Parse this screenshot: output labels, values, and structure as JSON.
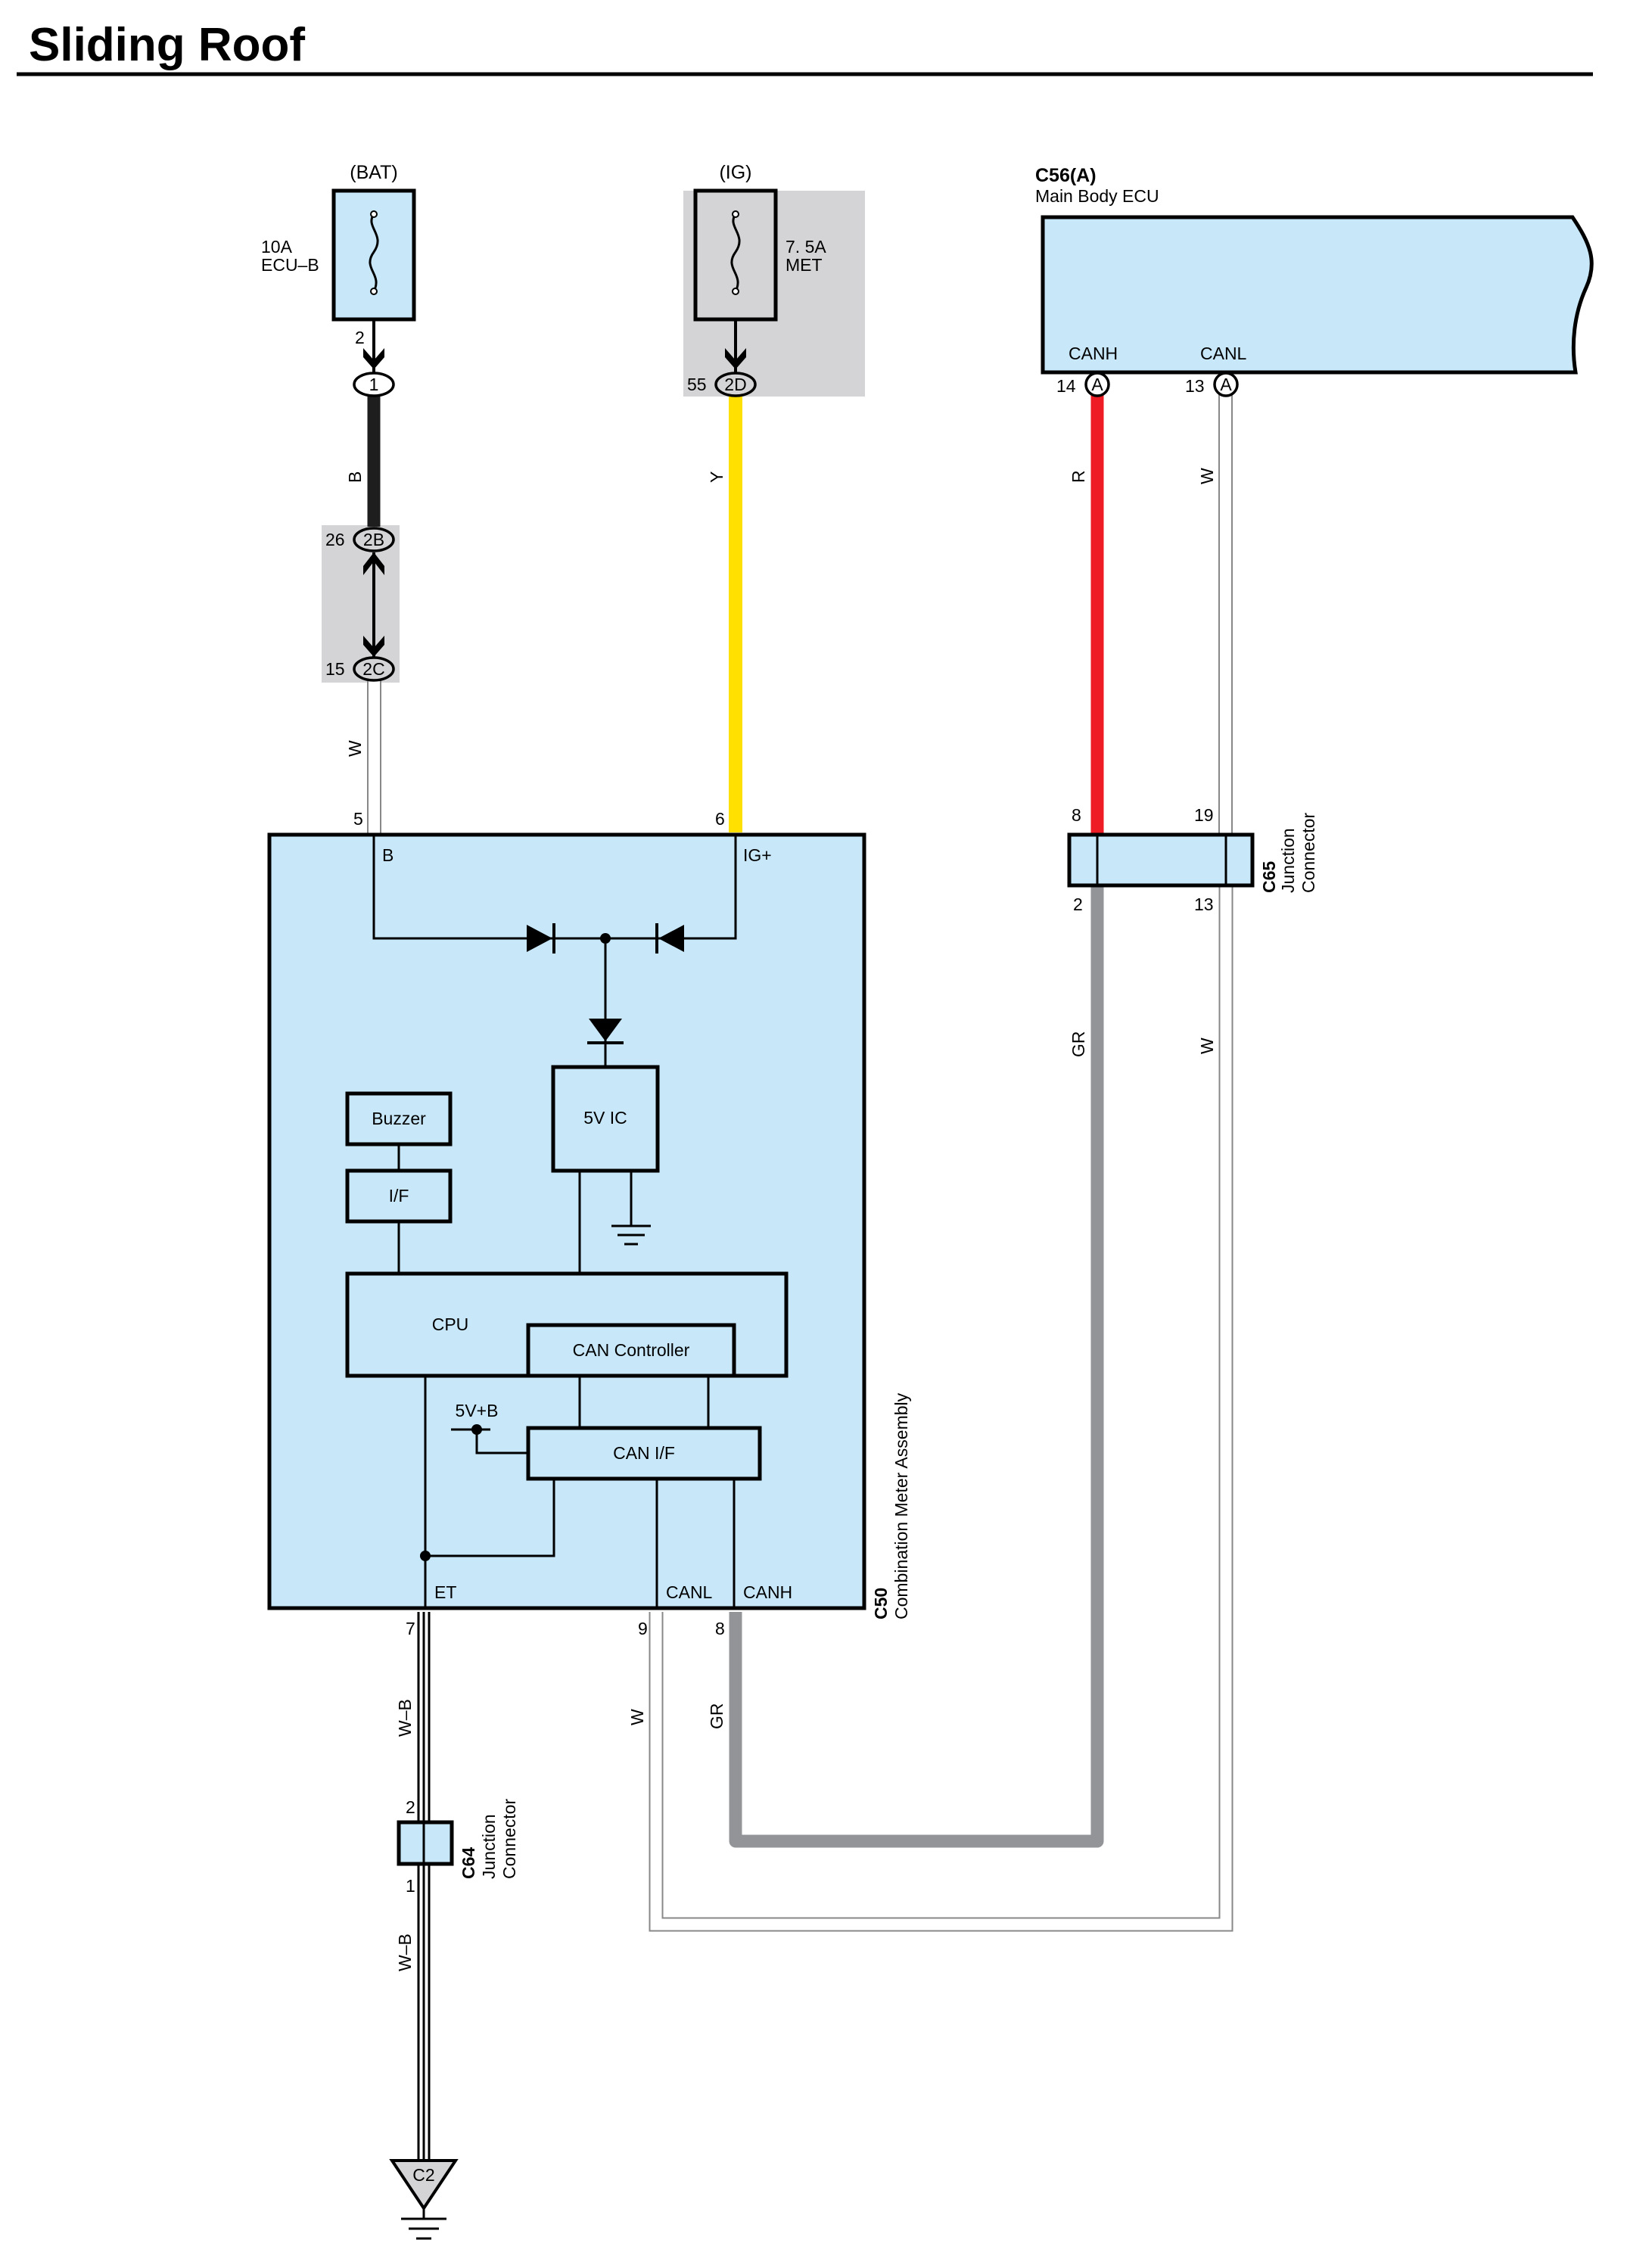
{
  "title": "Sliding Roof",
  "fuses": {
    "bat": {
      "source": "(BAT)",
      "rating": "10A",
      "name": "ECU–B",
      "pin": "2",
      "connector": "1"
    },
    "ig": {
      "source": "(IG)",
      "rating": "7. 5A",
      "name": "MET",
      "pin": "55",
      "connector": "2D"
    }
  },
  "inline_connector": {
    "upper_pin": "26",
    "upper_conn": "2B",
    "lower_pin": "15",
    "lower_conn": "2C"
  },
  "main_body_ecu": {
    "code": "C56(A)",
    "name": "Main Body ECU",
    "canh": "CANH",
    "canl": "CANL",
    "canh_pin": "14",
    "canl_pin": "13",
    "conn": "A"
  },
  "wires": {
    "b": "B",
    "w1": "W",
    "y": "Y",
    "r": "R",
    "w2": "W",
    "gr1": "GR",
    "w3": "W",
    "wb1": "W–B",
    "wb2": "W–B",
    "w4": "W",
    "gr2": "GR"
  },
  "wire_colors": {
    "black": "#1e1e1e",
    "yellow": "#ffe000",
    "red": "#ee1c25",
    "gray": "#929497",
    "white": "#ffffff"
  },
  "junction_c65": {
    "code": "C65",
    "name": "Junction",
    "name2": "Connector",
    "pin_tl": "8",
    "pin_tr": "19",
    "pin_bl": "2",
    "pin_br": "13"
  },
  "junction_c64": {
    "code": "C64",
    "name": "Junction",
    "name2": "Connector",
    "pin_top": "2",
    "pin_bottom": "1"
  },
  "meter": {
    "code": "C50",
    "name": "Combination Meter Assembly",
    "pin_b": "5",
    "pin_ig": "6",
    "label_b": "B",
    "label_ig": "IG+",
    "buzzer": "Buzzer",
    "if": "I/F",
    "ic5v": "5V IC",
    "cpu": "CPU",
    "can_controller": "CAN Controller",
    "v5b": "5V+B",
    "can_if": "CAN I/F",
    "et": "ET",
    "canl": "CANL",
    "canh": "CANH",
    "pin_et": "7",
    "pin_canl": "9",
    "pin_canh": "8"
  },
  "ground": {
    "name": "C2"
  }
}
